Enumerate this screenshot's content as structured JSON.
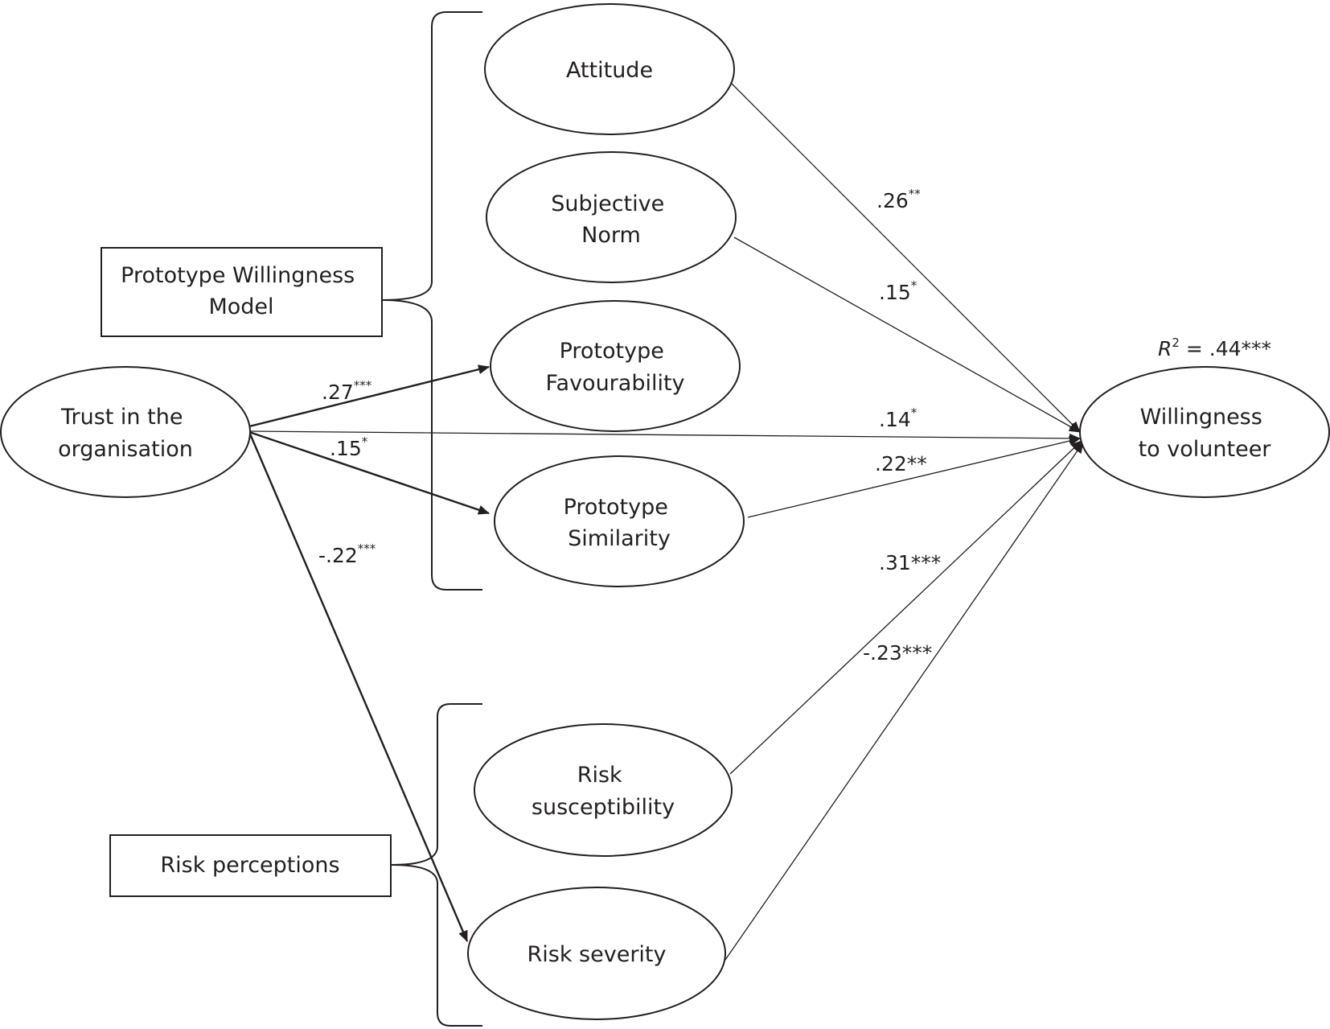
{
  "groups": {
    "pwm": "Prototype Willingness Model",
    "pwm_lines": [
      "Prototype Willingness",
      "Model"
    ],
    "risk": "Risk perceptions"
  },
  "nodes": {
    "attitude": [
      "Attitude"
    ],
    "subjective_norm": [
      "Subjective",
      "Norm"
    ],
    "prototype_favourability": [
      "Prototype",
      "Favourability"
    ],
    "prototype_similarity": [
      "Prototype",
      "Similarity"
    ],
    "trust": [
      "Trust in the",
      "organisation"
    ],
    "willingness": [
      "Willingness",
      "to volunteer"
    ],
    "risk_susceptibility": [
      "Risk",
      "susceptibility"
    ],
    "risk_severity": [
      "Risk severity"
    ]
  },
  "r_squared": {
    "symbol": "R",
    "exponent": "2",
    "value": " = .44***"
  },
  "edges": [
    {
      "id": "attitude-willingness",
      "from": "attitude",
      "to": "willingness",
      "coef": ".26",
      "sig": "**",
      "sig_superscript": true
    },
    {
      "id": "norm-willingness",
      "from": "subjective_norm",
      "to": "willingness",
      "coef": ".15",
      "sig": "*",
      "sig_superscript": true
    },
    {
      "id": "trust-favourability",
      "from": "trust",
      "to": "prototype_favourability",
      "coef": ".27",
      "sig": "***",
      "sig_superscript": true
    },
    {
      "id": "trust-willingness",
      "from": "trust",
      "to": "willingness",
      "coef": ".14",
      "sig": "*",
      "sig_superscript": true
    },
    {
      "id": "trust-similarity",
      "from": "trust",
      "to": "prototype_similarity",
      "coef": ".15",
      "sig": "*",
      "sig_superscript": true
    },
    {
      "id": "similarity-willingness",
      "from": "prototype_similarity",
      "to": "willingness",
      "coef": ".22",
      "sig": "**",
      "sig_superscript": false
    },
    {
      "id": "trust-severity",
      "from": "trust",
      "to": "risk_severity",
      "coef": "-.22",
      "sig": "***",
      "sig_superscript": true
    },
    {
      "id": "susceptibility-willingness",
      "from": "risk_susceptibility",
      "to": "willingness",
      "coef": ".31",
      "sig": "***",
      "sig_superscript": false
    },
    {
      "id": "severity-willingness",
      "from": "risk_severity",
      "to": "willingness",
      "coef": "-.23",
      "sig": "***",
      "sig_superscript": false
    }
  ]
}
